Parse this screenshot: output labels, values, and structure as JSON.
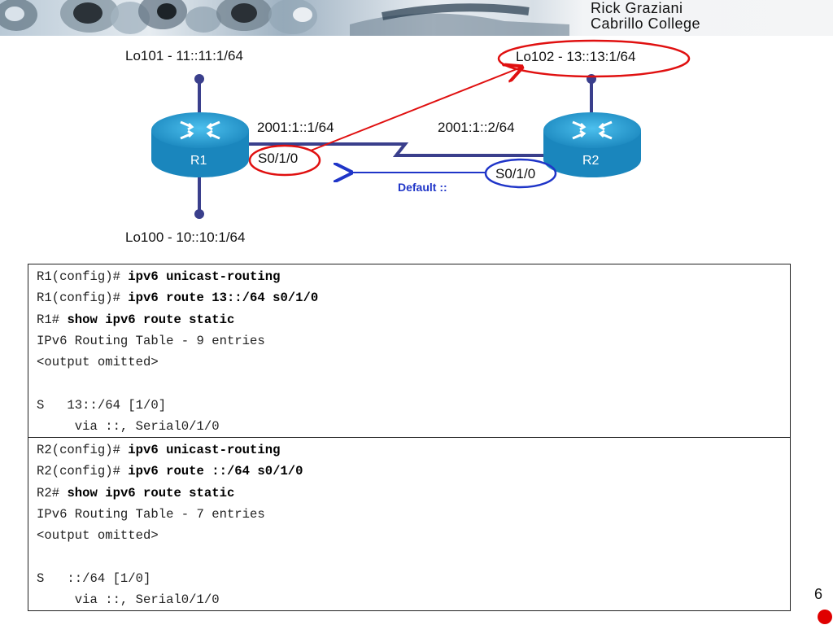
{
  "header": {
    "author_line1": "Rick Graziani",
    "author_line2": "Cabrillo College"
  },
  "diagram": {
    "r1": {
      "name": "R1",
      "lo101": "Lo101 - 11::11:1/64",
      "lo100": "Lo100 - 10::10:1/64",
      "ip": "2001:1::1/64",
      "interface": "S0/1/0"
    },
    "r2": {
      "name": "R2",
      "lo102": "Lo102 - 13::13:1/64",
      "ip": "2001:1::2/64",
      "interface": "S0/1/0"
    },
    "default_label": "Default ::",
    "colors": {
      "highlight_red": "#e01010",
      "highlight_blue": "#1f35c8",
      "link": "#3a3f8c",
      "router": "#1d8fc4"
    }
  },
  "cli_r1": {
    "lines": [
      {
        "prompt": "R1(config)# ",
        "cmd": "ipv6 unicast-routing"
      },
      {
        "prompt": "R1(config)# ",
        "cmd": "ipv6 route 13::/64 s0/1/0"
      },
      {
        "prompt": "R1# ",
        "cmd": "show ipv6 route static"
      },
      {
        "prompt": "IPv6 Routing Table - 9 entries",
        "cmd": ""
      },
      {
        "prompt": "<output omitted>",
        "cmd": ""
      },
      {
        "prompt": " ",
        "cmd": ""
      },
      {
        "prompt": "S   13::/64 [1/0]",
        "cmd": ""
      },
      {
        "prompt": "     via ::, Serial0/1/0",
        "cmd": ""
      }
    ]
  },
  "cli_r2": {
    "lines": [
      {
        "prompt": "R2(config)# ",
        "cmd": "ipv6 unicast-routing"
      },
      {
        "prompt": "R2(config)# ",
        "cmd": "ipv6 route ::/64 s0/1/0"
      },
      {
        "prompt": "R2# ",
        "cmd": "show ipv6 route static"
      },
      {
        "prompt": "IPv6 Routing Table - 7 entries",
        "cmd": ""
      },
      {
        "prompt": "<output omitted>",
        "cmd": ""
      },
      {
        "prompt": " ",
        "cmd": ""
      },
      {
        "prompt": "S   ::/64 [1/0]",
        "cmd": ""
      },
      {
        "prompt": "     via ::, Serial0/1/0",
        "cmd": ""
      }
    ]
  },
  "footer": {
    "page_number": "6"
  }
}
